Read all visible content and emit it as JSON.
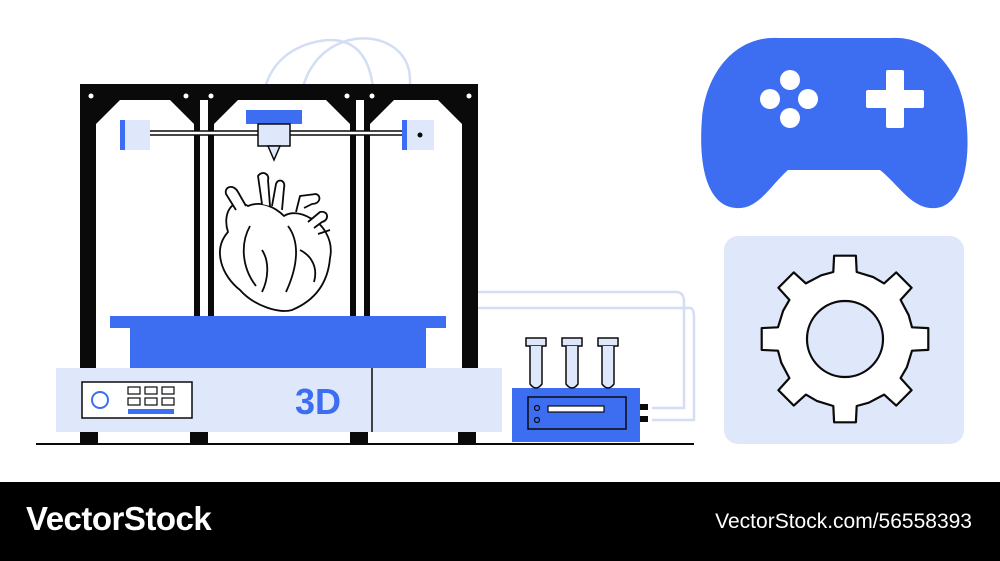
{
  "printer": {
    "label": "3D"
  },
  "footer": {
    "brand": "VectorStock",
    "image_id": "VectorStock.com/56558393"
  },
  "icons": {
    "printer": "3d-printer-icon",
    "heart": "anatomical-heart-icon",
    "device": "test-tube-rack-device-icon",
    "gamepad": "gamepad-icon",
    "gear": "gear-icon"
  },
  "colors": {
    "accent_blue": "#3d6ef2",
    "light_blue": "#dfe8fa",
    "outline": "#0a0a0a",
    "footer_bg": "#000000",
    "footer_text": "#ffffff"
  }
}
